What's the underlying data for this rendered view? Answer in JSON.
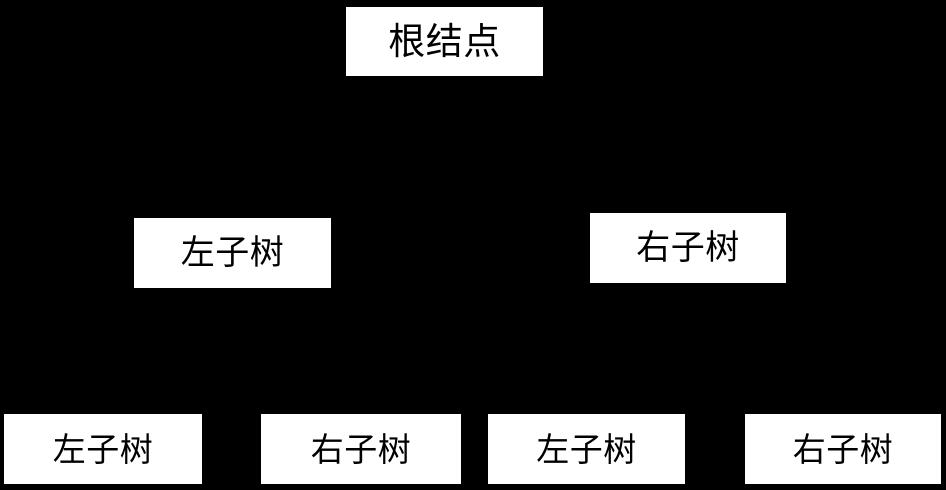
{
  "diagram": {
    "type": "binary-tree",
    "background_color": "#000000",
    "node_fill_color": "#ffffff",
    "node_text_color": "#000000",
    "levels": [
      {
        "level": 1,
        "nodes": [
          {
            "id": "root",
            "label": "根结点"
          }
        ]
      },
      {
        "level": 2,
        "nodes": [
          {
            "id": "l1",
            "label": "左子树"
          },
          {
            "id": "r1",
            "label": "右子树"
          }
        ]
      },
      {
        "level": 3,
        "nodes": [
          {
            "id": "ll2",
            "label": "左子树"
          },
          {
            "id": "lr2",
            "label": "右子树"
          },
          {
            "id": "rl2",
            "label": "左子树"
          },
          {
            "id": "rr2",
            "label": "右子树"
          }
        ]
      }
    ]
  }
}
